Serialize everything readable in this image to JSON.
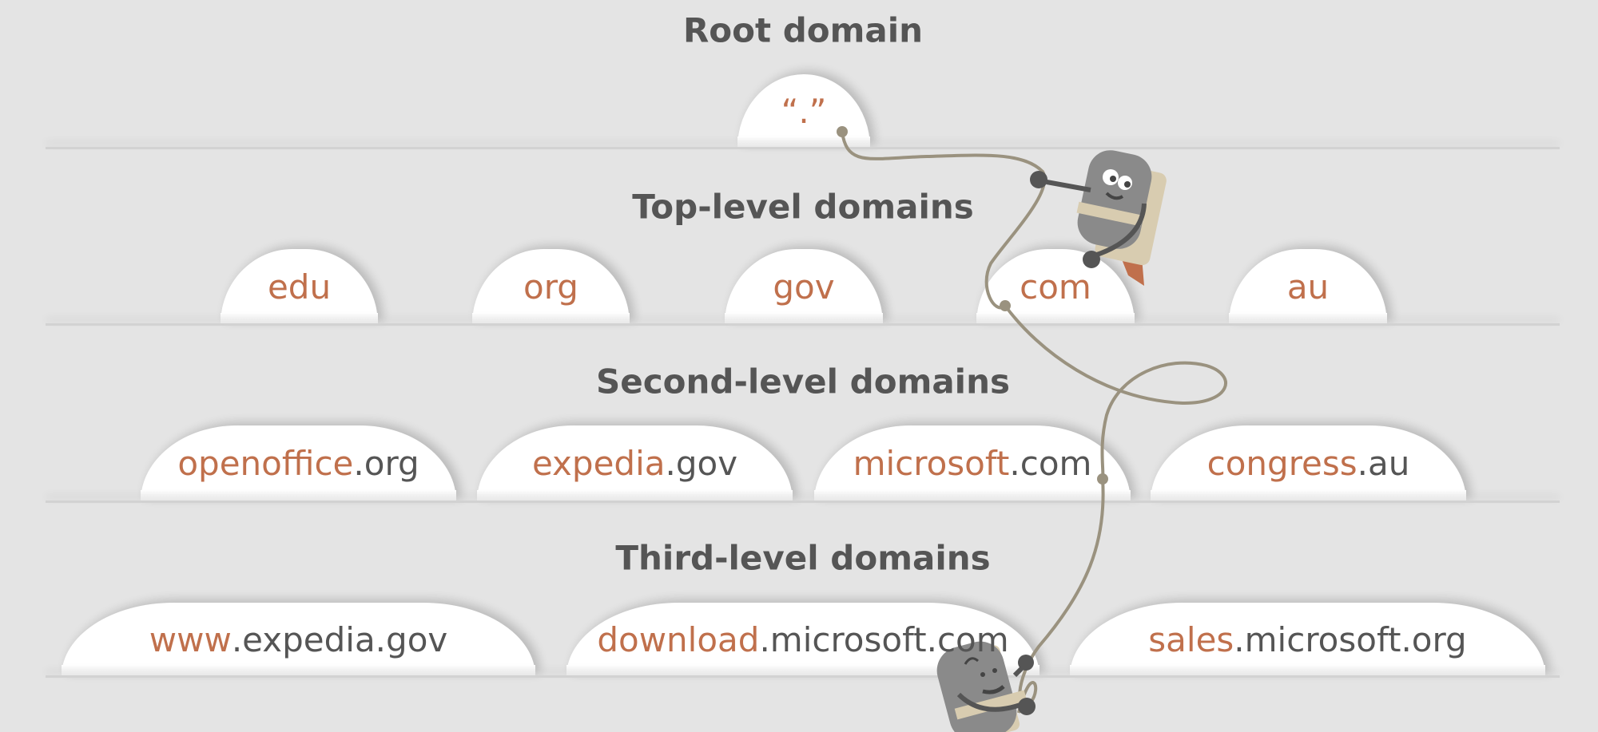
{
  "levels": [
    {
      "title": "Root domain",
      "tabs": [
        {
          "highlight": "“.”",
          "rest": ""
        }
      ]
    },
    {
      "title": "Top-level domains",
      "tabs": [
        {
          "highlight": "edu",
          "rest": ""
        },
        {
          "highlight": "org",
          "rest": ""
        },
        {
          "highlight": "gov",
          "rest": ""
        },
        {
          "highlight": "com",
          "rest": ""
        },
        {
          "highlight": "au",
          "rest": ""
        }
      ]
    },
    {
      "title": "Second-level domains",
      "tabs": [
        {
          "highlight": "openoffice",
          "rest": ".org"
        },
        {
          "highlight": "expedia",
          "rest": ".gov"
        },
        {
          "highlight": "microsoft",
          "rest": ".com"
        },
        {
          "highlight": "congress",
          "rest": ".au"
        }
      ]
    },
    {
      "title": "Third-level domains",
      "tabs": [
        {
          "highlight": "www",
          "rest": ".expedia.gov"
        },
        {
          "highlight": "download",
          "rest": ".microsoft.com"
        },
        {
          "highlight": "sales",
          "rest": ".microsoft.org"
        }
      ]
    }
  ],
  "colors": {
    "accent": "#c0704c",
    "text": "#555555",
    "background": "#e4e4e4",
    "rope": "#9a927f"
  }
}
